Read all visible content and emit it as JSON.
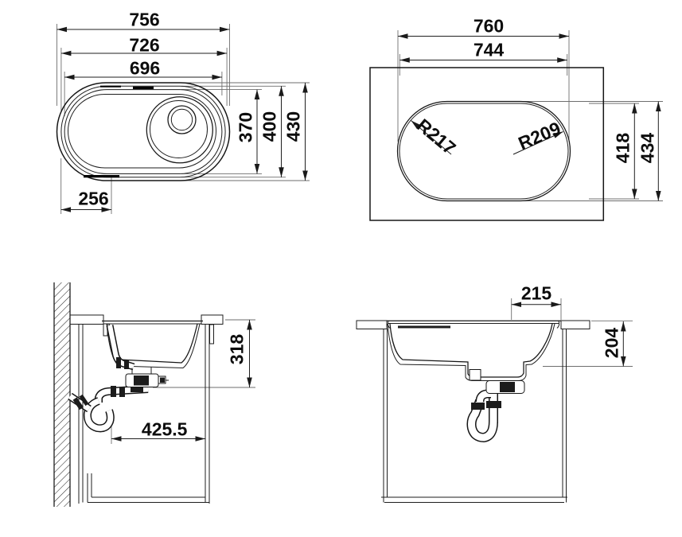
{
  "drawing": {
    "type": "sink installation technical drawing",
    "background": "#ffffff",
    "line_color": "#1a1a1a"
  },
  "views": {
    "plan": {
      "width_outer": "756",
      "width_mid": "726",
      "width_inner": "696",
      "depth_inner": "370",
      "depth_mid": "400",
      "depth_outer": "430",
      "drainer_width": "256"
    },
    "cutout": {
      "width_outer": "760",
      "width_inner": "744",
      "radius_left": "R217",
      "radius_right": "R209",
      "depth_inner": "418",
      "depth_outer": "434"
    },
    "side_section": {
      "bowl_depth": "318",
      "trap_offset": "425.5"
    },
    "front_section": {
      "drain_offset": "215",
      "bowl_depth": "204"
    }
  }
}
